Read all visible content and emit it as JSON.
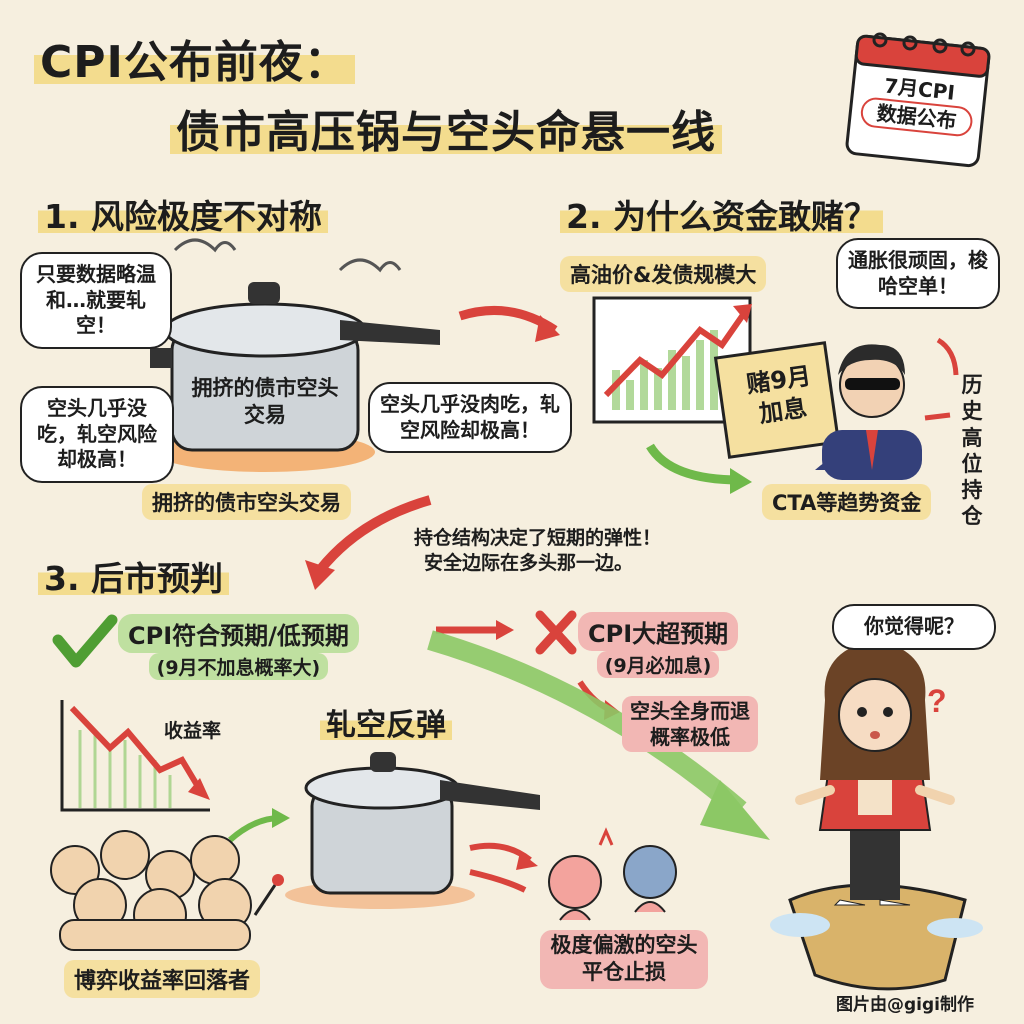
{
  "header": {
    "title_line1": "CPI公布前夜：",
    "title_line2": "债市高压锅与空头命悬一线",
    "calendar": {
      "line1": "7月CPI",
      "line2": "数据公布"
    }
  },
  "section1": {
    "heading": "1. 风险极度不对称",
    "bubble_top_left": "只要数据略温和…就要轧空！",
    "bubble_mid_left": "空头几乎没吃，轧空风险却极高！",
    "pot_label": "拥挤的债市空头交易",
    "bubble_right": "空头几乎没肉吃，轧空风险却极高！",
    "caption": "拥挤的债市空头交易"
  },
  "section2": {
    "heading": "2. 为什么资金敢赌？",
    "tag_oil": "高油价&发债规模大",
    "bubble_trader": "通胀很顽固，梭哈空单！",
    "sign": "赌9月加息",
    "side_note": "历史高位持仓",
    "cta_label": "CTA等趋势资金"
  },
  "transition_note": {
    "line1": "持仓结构决定了短期的弹性！",
    "line2": "安全边际在多头那一边。"
  },
  "section3": {
    "heading": "3. 后市预判",
    "scenario_good": {
      "title": "CPI符合预期/低预期",
      "sub": "(9月不加息概率大)"
    },
    "scenario_bad": {
      "title": "CPI大超预期",
      "sub": "(9月必加息)"
    },
    "bad_outcome": "空头全身而退概率极低",
    "yield_label": "收益率",
    "squeeze_label": "轧空反弹",
    "crowd_label": "博弈收益率回落者",
    "stoploss_label": "极度偏激的空头平仓止损",
    "question_bubble": "你觉得呢？"
  },
  "footer": {
    "credit": "图片由@gigi制作"
  },
  "colors": {
    "background": "#f6efdf",
    "highlight": "#f3dc8e",
    "green": "#6fb94a",
    "red": "#d9433c"
  }
}
